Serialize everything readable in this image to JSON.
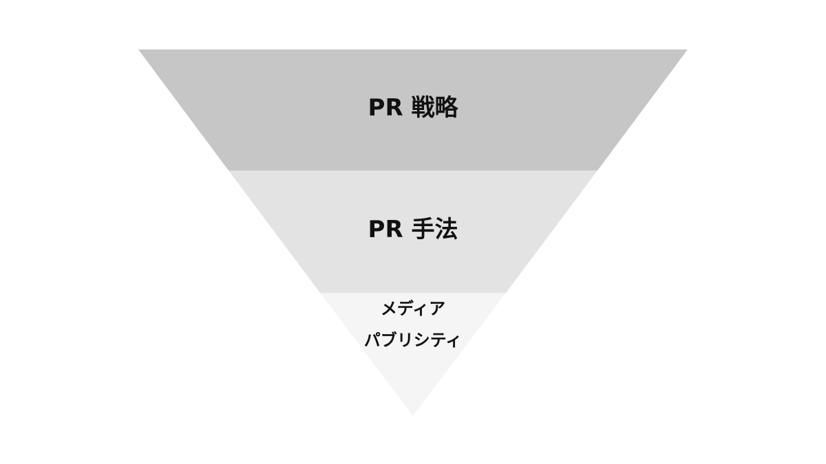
{
  "funnel": {
    "levels": [
      {
        "label": "PR 戦略",
        "fill": "#c6c6c6"
      },
      {
        "label": "PR 手法",
        "fill": "#e3e3e3"
      },
      {
        "label_lines": [
          "メディア",
          "パブリシティ"
        ],
        "fill": "#f5f5f5"
      }
    ]
  }
}
